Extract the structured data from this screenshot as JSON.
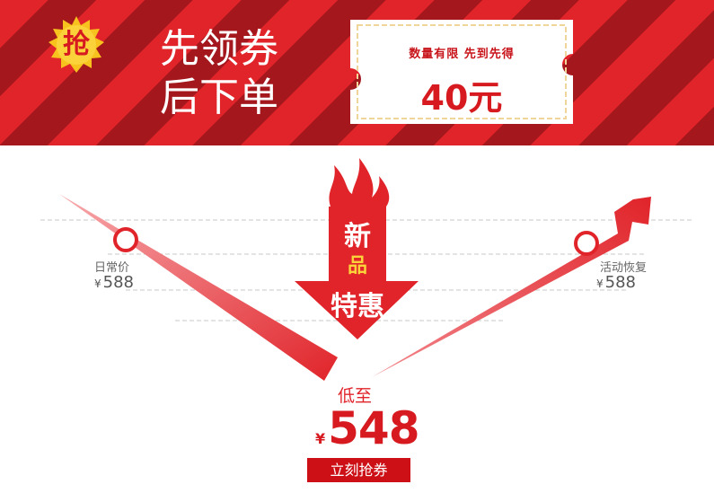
{
  "badge": {
    "text": "抢"
  },
  "headline": {
    "line1": "先领券",
    "line2": "后下单"
  },
  "coupon": {
    "subtitle": "数量有限 先到先得",
    "amount": "40元"
  },
  "price_flow": {
    "currency": "¥",
    "regular": {
      "label": "日常价",
      "value": "588"
    },
    "restore": {
      "label": "活动恢复",
      "value": "588"
    },
    "promo": {
      "label": "低至",
      "value": "548"
    }
  },
  "arrow": {
    "line1": "新",
    "line2": "品",
    "line3": "特惠"
  },
  "cta": {
    "label": "立刻抢券"
  },
  "colors": {
    "red": "#e0242a",
    "dark_red": "#a3171d",
    "gold": "#f7c21d"
  },
  "icons": {
    "badge": "burst-badge-icon",
    "flame": "flame-icon"
  }
}
